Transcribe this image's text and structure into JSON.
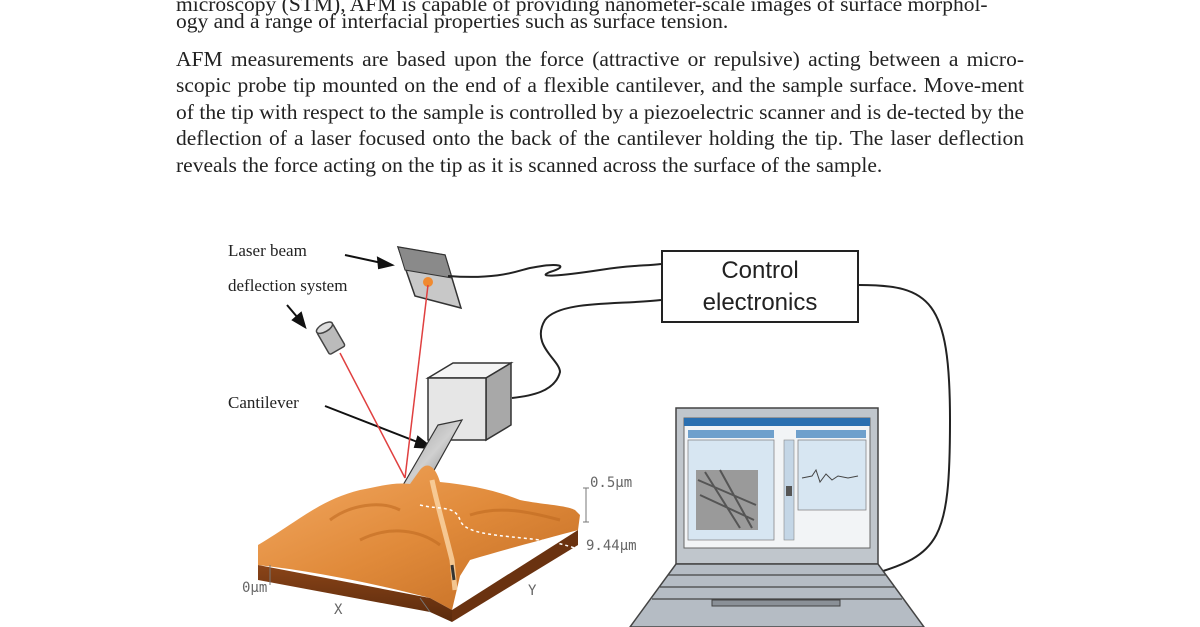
{
  "text": {
    "cut_line": "microscopy (STM), AFM is capable of providing nanometer-scale images of surface morphol-",
    "line_ogy": "ogy and a range of interfacial properties such as surface tension.",
    "paragraph": "AFM measurements are based upon the force (attractive or repulsive) acting between a micro-scopic probe tip mounted on the end of a flexible cantilever, and the sample surface. Move-ment of the tip with respect to the sample is controlled by a piezoelectric scanner and is de-tected by the deflection of a laser focused onto the back of the cantilever holding the tip. The laser deflection reveals the force acting on the tip as it is scanned across the surface of the sample."
  },
  "figure": {
    "label_laser_1": "Laser beam",
    "label_laser_2": "deflection system",
    "label_cantilever": "Cantilever",
    "control_1": "Control",
    "control_2": "electronics",
    "scale_z": "0.5µm",
    "scale_xy": "9.44µm",
    "axis_origin": "0µm",
    "axis_x": "X",
    "axis_y": "Y"
  },
  "colors": {
    "laser": "#e04040",
    "sample_orange": "#e08a3a",
    "sample_dark": "#7a3b14",
    "screen_blue": "#2a6fb0",
    "laptop_gray": "#b5bcc4"
  }
}
